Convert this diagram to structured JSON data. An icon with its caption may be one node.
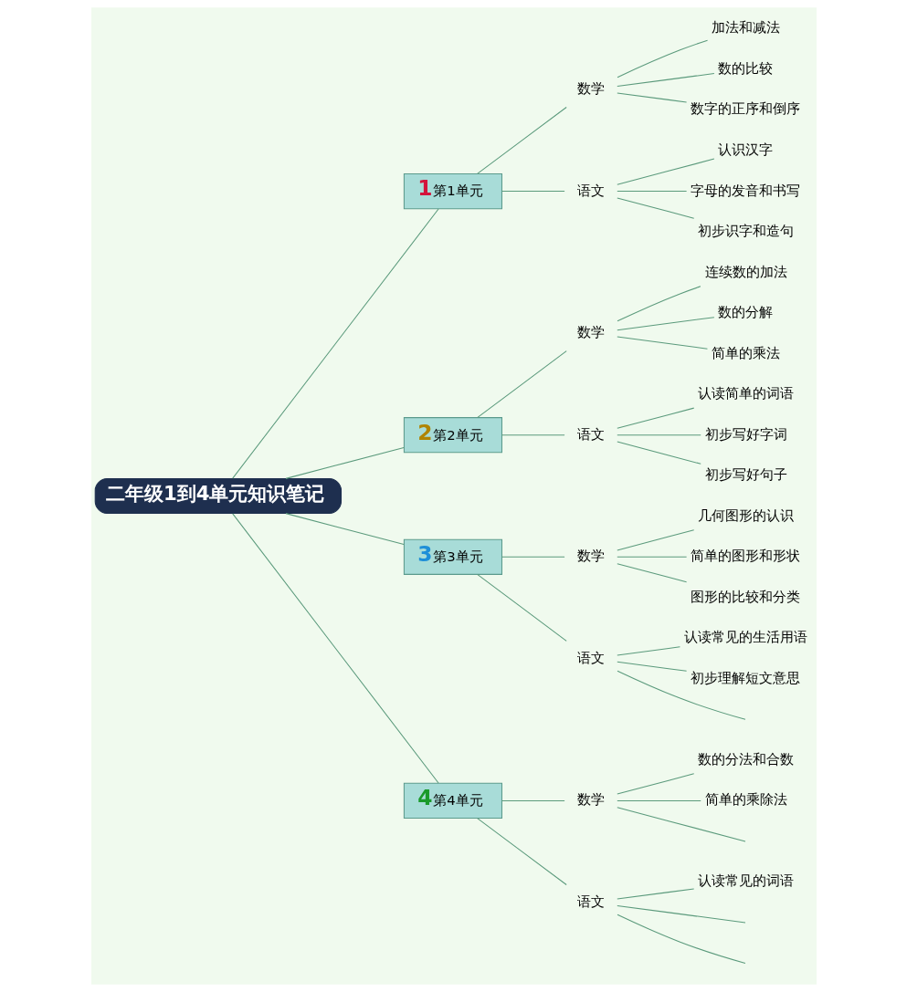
{
  "diagram": {
    "nodes": [
      {
        "text": [
          "二年级1到4单元知识笔记"
        ]
      },
      {
        "text": [
          "1",
          "第1单元"
        ]
      },
      {
        "text": [
          "数学"
        ]
      },
      {
        "text": [
          "加法和减法"
        ]
      },
      {
        "text": [
          "数的比较"
        ]
      },
      {
        "text": [
          "数字的正序和倒序"
        ]
      },
      {
        "text": [
          "语文"
        ]
      },
      {
        "text": [
          "认识汉字"
        ]
      },
      {
        "text": [
          "字母的发音和书写"
        ]
      },
      {
        "text": [
          "初步识字和造句"
        ]
      },
      {
        "text": [
          "2",
          "第2单元"
        ]
      },
      {
        "text": [
          "数学"
        ]
      },
      {
        "text": [
          "连续数的加法"
        ]
      },
      {
        "text": [
          "数的分解"
        ]
      },
      {
        "text": [
          "简单的乘法"
        ]
      },
      {
        "text": [
          "语文"
        ]
      },
      {
        "text": [
          "认读简单的词语"
        ]
      },
      {
        "text": [
          "初步写好字词"
        ]
      },
      {
        "text": [
          "初步写好句子"
        ]
      },
      {
        "text": [
          "3",
          "第3单元"
        ]
      },
      {
        "text": [
          "数学"
        ]
      },
      {
        "text": [
          "几何图形的认识"
        ]
      },
      {
        "text": [
          "简单的图形和形状"
        ]
      },
      {
        "text": [
          "图形的比较和分类"
        ]
      },
      {
        "text": [
          "语文"
        ]
      },
      {
        "text": [
          "认读常见的生活用语"
        ]
      },
      {
        "text": [
          "初步理解短文意思"
        ]
      },
      {
        "text": [
          "4",
          "第4单元"
        ]
      },
      {
        "text": [
          "数学"
        ]
      },
      {
        "text": [
          "数的分法和合数"
        ]
      },
      {
        "text": [
          "简单的乘除法"
        ]
      },
      {
        "text": [
          "语文"
        ]
      },
      {
        "text": [
          "认读常见的词语"
        ]
      }
    ],
    "edges": [
      {
        "from": 0,
        "to": 1,
        "arrow": "none"
      },
      {
        "from": 1,
        "to": 2,
        "arrow": "none"
      },
      {
        "from": 2,
        "to": 3,
        "arrow": "none"
      },
      {
        "from": 2,
        "to": 4,
        "arrow": "none"
      },
      {
        "from": 2,
        "to": 5,
        "arrow": "none"
      },
      {
        "from": 1,
        "to": 6,
        "arrow": "none"
      },
      {
        "from": 6,
        "to": 7,
        "arrow": "none"
      },
      {
        "from": 6,
        "to": 8,
        "arrow": "none"
      },
      {
        "from": 6,
        "to": 9,
        "arrow": "none"
      },
      {
        "from": 0,
        "to": 10,
        "arrow": "none"
      },
      {
        "from": 10,
        "to": 11,
        "arrow": "none"
      },
      {
        "from": 11,
        "to": 12,
        "arrow": "none"
      },
      {
        "from": 11,
        "to": 13,
        "arrow": "none"
      },
      {
        "from": 11,
        "to": 14,
        "arrow": "none"
      },
      {
        "from": 10,
        "to": 15,
        "arrow": "none"
      },
      {
        "from": 15,
        "to": 16,
        "arrow": "none"
      },
      {
        "from": 15,
        "to": 17,
        "arrow": "none"
      },
      {
        "from": 15,
        "to": 18,
        "arrow": "none"
      },
      {
        "from": 0,
        "to": 19,
        "arrow": "none"
      },
      {
        "from": 19,
        "to": 20,
        "arrow": "none"
      },
      {
        "from": 20,
        "to": 21,
        "arrow": "none"
      },
      {
        "from": 20,
        "to": 22,
        "arrow": "none"
      },
      {
        "from": 20,
        "to": 23,
        "arrow": "none"
      },
      {
        "from": 19,
        "to": 24,
        "arrow": "none"
      },
      {
        "from": 24,
        "to": 25,
        "arrow": "none"
      },
      {
        "from": 24,
        "to": 26,
        "arrow": "none"
      },
      {
        "from": 24,
        "to": null,
        "arrow": "none"
      },
      {
        "from": 0,
        "to": 27,
        "arrow": "none"
      },
      {
        "from": 27,
        "to": 28,
        "arrow": "none"
      },
      {
        "from": 28,
        "to": 29,
        "arrow": "none"
      },
      {
        "from": 28,
        "to": 30,
        "arrow": "none"
      },
      {
        "from": 28,
        "to": null,
        "arrow": "none"
      },
      {
        "from": 27,
        "to": 31,
        "arrow": "none"
      },
      {
        "from": 31,
        "to": 32,
        "arrow": "none"
      },
      {
        "from": 31,
        "to": null,
        "arrow": "none"
      },
      {
        "from": 31,
        "to": null,
        "arrow": "none"
      }
    ]
  }
}
